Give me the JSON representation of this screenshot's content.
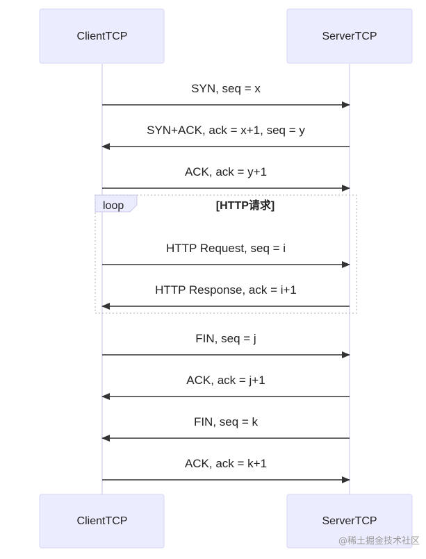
{
  "actors": {
    "client": "ClientTCP",
    "server": "ServerTCP"
  },
  "messages": [
    {
      "from": "client",
      "to": "server",
      "label": "SYN, seq = x"
    },
    {
      "from": "server",
      "to": "client",
      "label": "SYN+ACK, ack = x+1, seq = y"
    },
    {
      "from": "client",
      "to": "server",
      "label": "ACK, ack = y+1"
    },
    {
      "from": "client",
      "to": "server",
      "label": "HTTP Request, seq = i"
    },
    {
      "from": "server",
      "to": "client",
      "label": "HTTP Response, ack = i+1"
    },
    {
      "from": "client",
      "to": "server",
      "label": "FIN, seq = j"
    },
    {
      "from": "server",
      "to": "client",
      "label": "ACK, ack = j+1"
    },
    {
      "from": "server",
      "to": "client",
      "label": "FIN, seq = k"
    },
    {
      "from": "client",
      "to": "server",
      "label": "ACK, ack = k+1"
    }
  ],
  "loop": {
    "keyword": "loop",
    "condition": "[HTTP请求]"
  },
  "watermark": "@稀土掘金技术社区",
  "colors": {
    "actor_fill": "#ECECFF",
    "lifeline": "#ddd9f2",
    "arrow": "#333333"
  }
}
